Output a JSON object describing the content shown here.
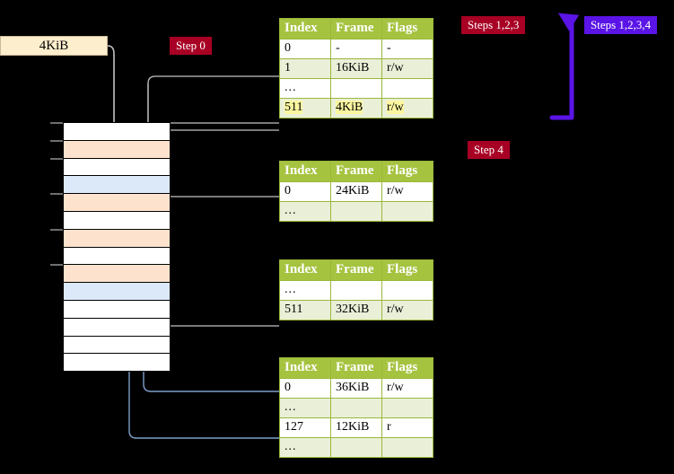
{
  "labels": {
    "frame_size": "4KiB",
    "step0": "Step 0",
    "step4": "Step 4",
    "steps123": "Steps 1,2,3",
    "steps1234": "Steps 1,2,3,4"
  },
  "colors": {
    "background": "#000000",
    "table_header": "#a6c340",
    "table_alt_row": "#eaf0d8",
    "highlight": "#fbf7a0",
    "badge_red": "#a80024",
    "badge_blue": "#5a14e6",
    "memory_peach": "#fde3cd",
    "memory_blue": "#dce9f8",
    "frame_box": "#fdeecd",
    "wire_gray": "#b8b8b8",
    "wire_blue": "#7d9fc9"
  },
  "tables": [
    {
      "name": "pml4-table",
      "headers": [
        "Index",
        "Frame",
        "Flags"
      ],
      "rows": [
        {
          "cells": [
            "0",
            "-",
            "-"
          ],
          "style": "plain",
          "highlight": [
            false,
            false,
            false
          ]
        },
        {
          "cells": [
            "1",
            "16KiB",
            "r/w"
          ],
          "style": "alt",
          "highlight": [
            false,
            false,
            false
          ]
        },
        {
          "cells": [
            "...",
            "",
            ""
          ],
          "style": "plain",
          "highlight": [
            false,
            false,
            false
          ]
        },
        {
          "cells": [
            "511",
            "4KiB",
            "r/w"
          ],
          "style": "alt",
          "highlight": [
            true,
            true,
            true
          ]
        }
      ]
    },
    {
      "name": "pdpt-table",
      "headers": [
        "Index",
        "Frame",
        "Flags"
      ],
      "rows": [
        {
          "cells": [
            "0",
            "24KiB",
            "r/w"
          ],
          "style": "plain",
          "highlight": [
            false,
            false,
            false
          ]
        },
        {
          "cells": [
            "...",
            "",
            ""
          ],
          "style": "alt",
          "highlight": [
            false,
            false,
            false
          ]
        }
      ]
    },
    {
      "name": "pd-table",
      "headers": [
        "Index",
        "Frame",
        "Flags"
      ],
      "rows": [
        {
          "cells": [
            "...",
            "",
            ""
          ],
          "style": "plain",
          "highlight": [
            false,
            false,
            false
          ]
        },
        {
          "cells": [
            "511",
            "32KiB",
            "r/w"
          ],
          "style": "alt",
          "highlight": [
            false,
            false,
            false
          ]
        }
      ]
    },
    {
      "name": "pt-table",
      "headers": [
        "Index",
        "Frame",
        "Flags"
      ],
      "rows": [
        {
          "cells": [
            "0",
            "36KiB",
            "r/w"
          ],
          "style": "plain",
          "highlight": [
            false,
            false,
            false
          ]
        },
        {
          "cells": [
            "...",
            "",
            ""
          ],
          "style": "alt",
          "highlight": [
            false,
            false,
            false
          ]
        },
        {
          "cells": [
            "127",
            "12KiB",
            "r"
          ],
          "style": "plain",
          "highlight": [
            false,
            false,
            false
          ]
        },
        {
          "cells": [
            "...",
            "",
            ""
          ],
          "style": "alt",
          "highlight": [
            false,
            false,
            false
          ]
        }
      ]
    }
  ],
  "memory_rows": [
    {
      "fill": "white"
    },
    {
      "fill": "peach"
    },
    {
      "fill": "white"
    },
    {
      "fill": "blue"
    },
    {
      "fill": "peach"
    },
    {
      "fill": "white"
    },
    {
      "fill": "peach"
    },
    {
      "fill": "white"
    },
    {
      "fill": "peach"
    },
    {
      "fill": "blue"
    },
    {
      "fill": "white"
    },
    {
      "fill": "white"
    },
    {
      "fill": "white"
    },
    {
      "fill": "white"
    }
  ]
}
